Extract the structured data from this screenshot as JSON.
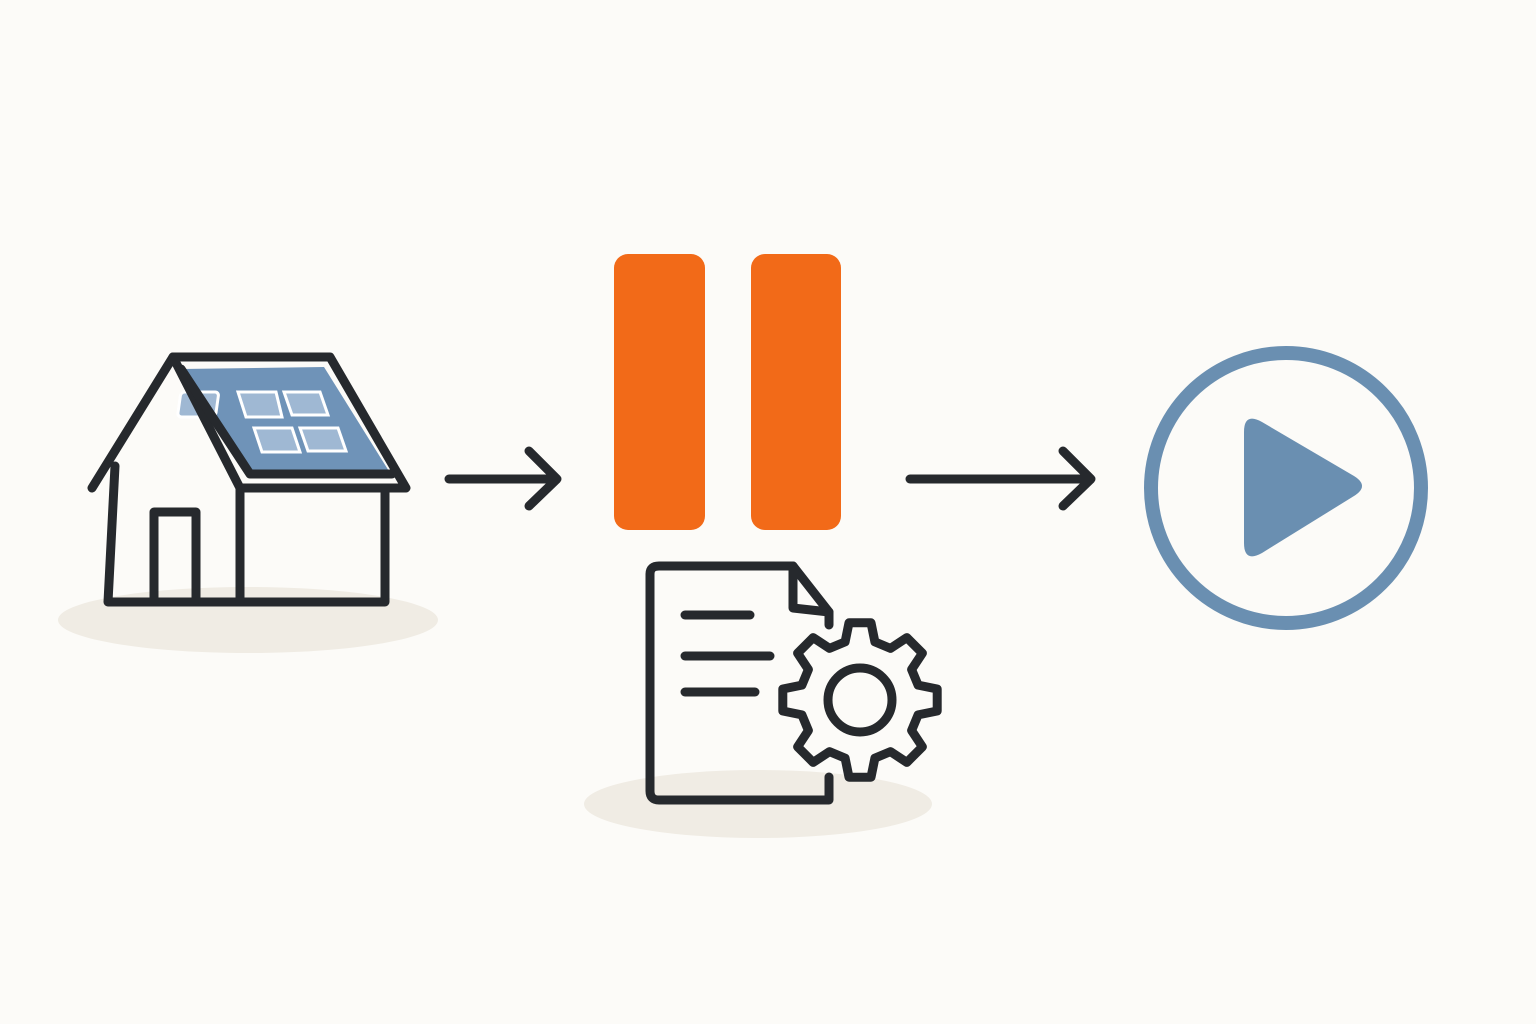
{
  "diagram": {
    "nodes": [
      {
        "id": "house",
        "icon": "house-with-solar-panel-icon"
      },
      {
        "id": "pause",
        "icon": "pause-icon"
      },
      {
        "id": "config",
        "icon": "document-gear-icon"
      },
      {
        "id": "play",
        "icon": "play-circle-icon"
      }
    ],
    "edges": [
      {
        "from": "house",
        "to": "pause",
        "icon": "arrow-right-icon"
      },
      {
        "from": "pause",
        "to": "play",
        "icon": "arrow-right-icon"
      }
    ]
  },
  "colors": {
    "background": "#fcfbf8",
    "outline": "#26292d",
    "pause_orange": "#f26a18",
    "solar_blue": "#6f93b8",
    "solar_blue_light": "#9fb8d3",
    "play_blue": "#6a8fb1",
    "ground_shadow": "#f0ece4"
  }
}
